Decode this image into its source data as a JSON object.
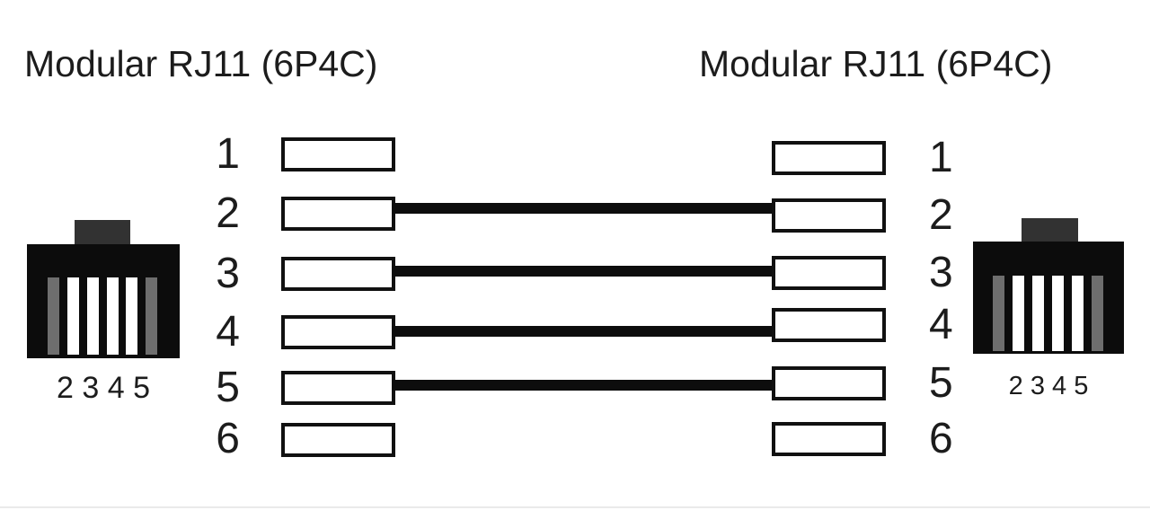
{
  "diagram": {
    "type": "pinout-wiring-diagram",
    "description": "RJ11 6P4C to RJ11 6P4C straight-through cable pinout, pins 2-5 connected",
    "left": {
      "title": "Modular RJ11 (6P4C)",
      "connector_label": "2 3 4 5"
    },
    "right": {
      "title": "Modular RJ11 (6P4C)",
      "connector_label": "2 3 4 5"
    },
    "pins": [
      {
        "label": "1",
        "connected": false
      },
      {
        "label": "2",
        "connected": true
      },
      {
        "label": "3",
        "connected": true
      },
      {
        "label": "4",
        "connected": true
      },
      {
        "label": "5",
        "connected": true
      },
      {
        "label": "6",
        "connected": false
      }
    ],
    "connections": [
      {
        "from": "2",
        "to": "2"
      },
      {
        "from": "3",
        "to": "3"
      },
      {
        "from": "4",
        "to": "4"
      },
      {
        "from": "5",
        "to": "5"
      }
    ],
    "connector_stripes": [
      "gray",
      "white",
      "white",
      "white",
      "white",
      "gray"
    ],
    "colors": {
      "background": "#ffffff",
      "text": "#1c1c1c",
      "box_border": "#111111",
      "wire": "#0d0d0d",
      "connector_body": "#0c0c0c",
      "connector_tab": "#323232",
      "stripe_gray": "#6e6e6e",
      "stripe_white": "#ffffff",
      "bottom_line": "#eaeaea"
    }
  }
}
